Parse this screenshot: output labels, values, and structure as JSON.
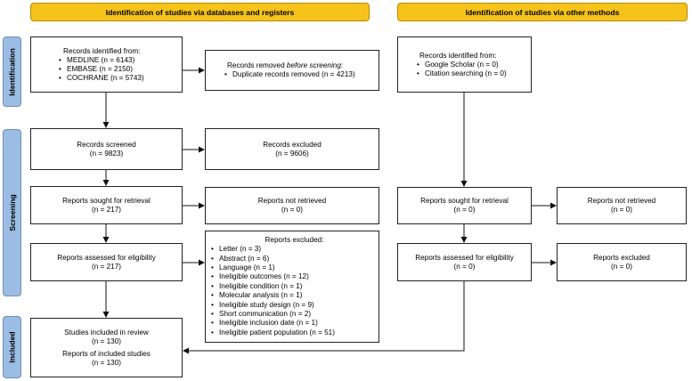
{
  "headers": {
    "databases": "Identification of studies via databases and registers",
    "other": "Identification of studies via other methods"
  },
  "phases": {
    "identification": "Identification",
    "screening": "Screening",
    "included": "Included"
  },
  "left": {
    "identified": {
      "title": "Records identified from:",
      "items": [
        "MEDLINE (n = 6143)",
        "EMBASE (n = 2150)",
        "COCHRANE (n = 5743)"
      ]
    },
    "removed": {
      "title_pre": "Records removed ",
      "title_em": "before screening",
      "title_post": ":",
      "items": [
        "Duplicate records removed  (n = 4213)"
      ]
    },
    "screened": {
      "line1": "Records screened",
      "line2": "(n = 9823)"
    },
    "excluded": {
      "line1": "Records excluded",
      "line2": "(n = 9606)"
    },
    "sought": {
      "line1": "Reports sought for retrieval",
      "line2": "(n = 217)"
    },
    "not_retrieved": {
      "line1": "Reports not retrieved",
      "line2": "(n = 0)"
    },
    "assessed": {
      "line1": "Reports assessed for eligibility",
      "line2": "(n = 217)"
    },
    "reports_excluded": {
      "title": "Reports excluded:",
      "items": [
        "Letter (n = 3)",
        "Abstract (n = 6)",
        "Language (n = 1)",
        "Ineligible outcomes (n = 12)",
        "Ineligible condition (n = 1)",
        "Molecular analysis (n = 1)",
        "Ineligible study design (n = 9)",
        "Short communication (n = 2)",
        "Ineligible inclusion date (n = 1)",
        "Ineligible patient population (n = 51)"
      ]
    },
    "included": {
      "line1": "Studies included in review",
      "line2": "(n = 130)",
      "line3": "Reports of included studies",
      "line4": "(n = 130)"
    }
  },
  "right": {
    "identified": {
      "title": "Records identified from:",
      "items": [
        "Google Scholar (n = 0)",
        "Citation searching (n = 0)"
      ]
    },
    "sought": {
      "line1": "Reports sought for retrieval",
      "line2": "(n = 0)"
    },
    "not_retrieved": {
      "line1": "Reports not retrieved",
      "line2": "(n = 0)"
    },
    "assessed": {
      "line1": "Reports assessed for eligibility",
      "line2": "(n = 0)"
    },
    "excluded": {
      "line1": "Reports excluded",
      "line2": "(n = 0)"
    }
  }
}
